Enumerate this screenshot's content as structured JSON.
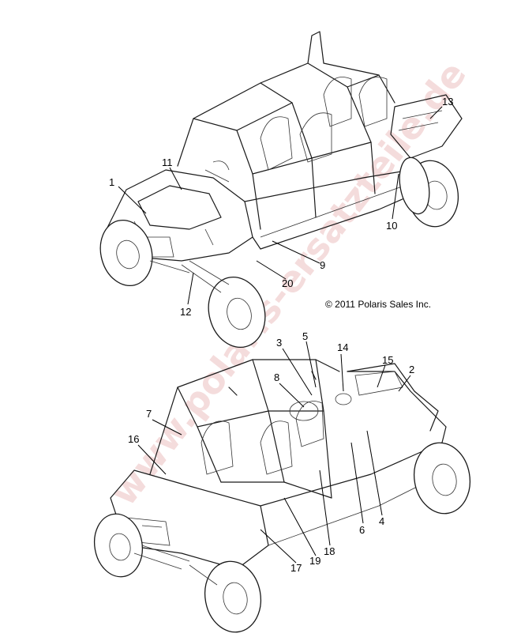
{
  "diagram": {
    "copyright": "© 2011 Polaris Sales Inc.",
    "watermark": "www.polaris-ersatzteile.de",
    "top_callouts": [
      {
        "id": "c1",
        "text": "1"
      },
      {
        "id": "c11",
        "text": "11"
      },
      {
        "id": "c13",
        "text": "13"
      },
      {
        "id": "c10",
        "text": "10"
      },
      {
        "id": "c9",
        "text": "9"
      },
      {
        "id": "c20",
        "text": "20"
      },
      {
        "id": "c12",
        "text": "12"
      }
    ],
    "bottom_callouts": [
      {
        "id": "c3",
        "text": "3"
      },
      {
        "id": "c5",
        "text": "5"
      },
      {
        "id": "c14",
        "text": "14"
      },
      {
        "id": "c15",
        "text": "15"
      },
      {
        "id": "c2",
        "text": "2"
      },
      {
        "id": "c8",
        "text": "8"
      },
      {
        "id": "c7",
        "text": "7"
      },
      {
        "id": "c16",
        "text": "16"
      },
      {
        "id": "c6",
        "text": "6"
      },
      {
        "id": "c4",
        "text": "4"
      },
      {
        "id": "c17",
        "text": "17"
      },
      {
        "id": "c19",
        "text": "19"
      },
      {
        "id": "c18",
        "text": "18"
      }
    ]
  }
}
